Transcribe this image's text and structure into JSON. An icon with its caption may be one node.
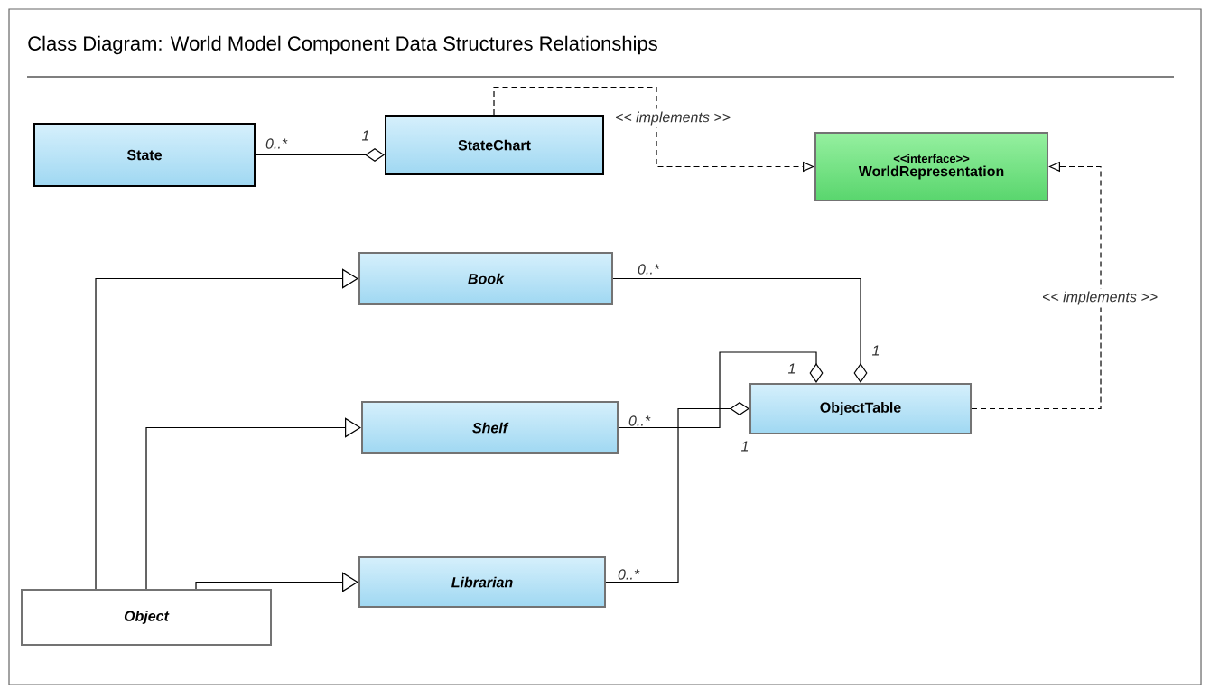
{
  "diagram": {
    "title": "Class Diagram:  World Model Component Data Structures Relationships",
    "nodes": [
      {
        "text": [
          "State"
        ]
      },
      {
        "text": [
          "StateChart"
        ]
      },
      {
        "text": [
          "<<interface>>",
          "WorldRepresentation"
        ]
      },
      {
        "text": [
          "Book"
        ]
      },
      {
        "text": [
          "Shelf"
        ]
      },
      {
        "text": [
          "ObjectTable"
        ]
      },
      {
        "text": [
          "Librarian"
        ]
      },
      {
        "text": [
          "Object"
        ]
      }
    ],
    "edges": [
      {
        "from": 0,
        "to": 1,
        "arrow": "other"
      },
      {
        "from": 1,
        "to": 2,
        "arrow": "to",
        "style": "dashed",
        "label": "<< implements >>"
      },
      {
        "from": 5,
        "to": 2,
        "arrow": "to",
        "style": "dashed",
        "label": "<< implements >>"
      },
      {
        "from": 7,
        "to": 3,
        "arrow": "to"
      },
      {
        "from": 7,
        "to": 4,
        "arrow": "to"
      },
      {
        "from": 7,
        "to": 6,
        "arrow": "to"
      },
      {
        "from": 3,
        "to": 5,
        "arrow": "other"
      },
      {
        "from": 4,
        "to": 5,
        "arrow": "other"
      },
      {
        "from": 6,
        "to": 5,
        "arrow": "other"
      }
    ],
    "labels": [
      "0..*",
      "1",
      "0..*",
      "1",
      "1",
      "0..*",
      "1",
      "0..*"
    ]
  }
}
